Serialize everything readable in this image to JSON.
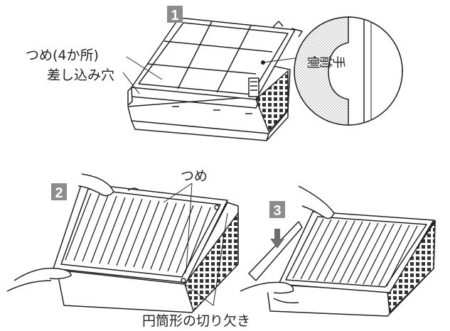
{
  "steps": [
    {
      "number": "1"
    },
    {
      "number": "2"
    },
    {
      "number": "3"
    }
  ],
  "labels": {
    "claws_four": "つめ(4か所)",
    "insertion_hole": "差し込み穴",
    "front_side": "手前側",
    "claw": "つめ",
    "cylindrical_notch": "円筒形の切り欠き"
  },
  "colors": {
    "line": "#222222",
    "step_badge_fill": "#8c8c8c",
    "step_badge_text": "#ffffff",
    "zoom_fill": "#d9d9d9",
    "arrow_fill": "#6e6e6e"
  }
}
